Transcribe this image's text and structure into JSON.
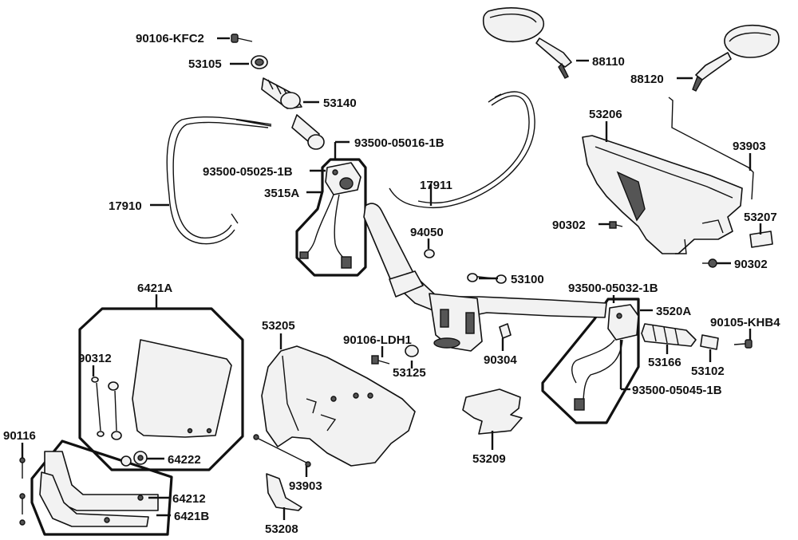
{
  "labels": {
    "p90106_kfc2": "90106-KFC2",
    "p53105": "53105",
    "p53140": "53140",
    "p88110": "88110",
    "p88120": "88120",
    "p53206": "53206",
    "p93903_top": "93903",
    "p17910": "17910",
    "p93500_05016": "93500-05016-1B",
    "p93500_05025": "93500-05025-1B",
    "p3515a": "3515A",
    "p17911": "17911",
    "p90302_a": "90302",
    "p53207": "53207",
    "p90302_b": "90302",
    "p94050": "94050",
    "p53100": "53100",
    "p6421a": "6421A",
    "p53205": "53205",
    "p93500_05032": "93500-05032-1B",
    "p3520a": "3520A",
    "p90105_khb4": "90105-KHB4",
    "p90312": "90312",
    "p90106_ldh1": "90106-LDH1",
    "p53125": "53125",
    "p90304": "90304",
    "p53166": "53166",
    "p53102": "53102",
    "p93500_05045": "93500-05045-1B",
    "p64222": "64222",
    "p90116": "90116",
    "p53209": "53209",
    "p64212": "64212",
    "p93903_bottom": "93903",
    "p6421b": "6421B",
    "p53208": "53208"
  }
}
